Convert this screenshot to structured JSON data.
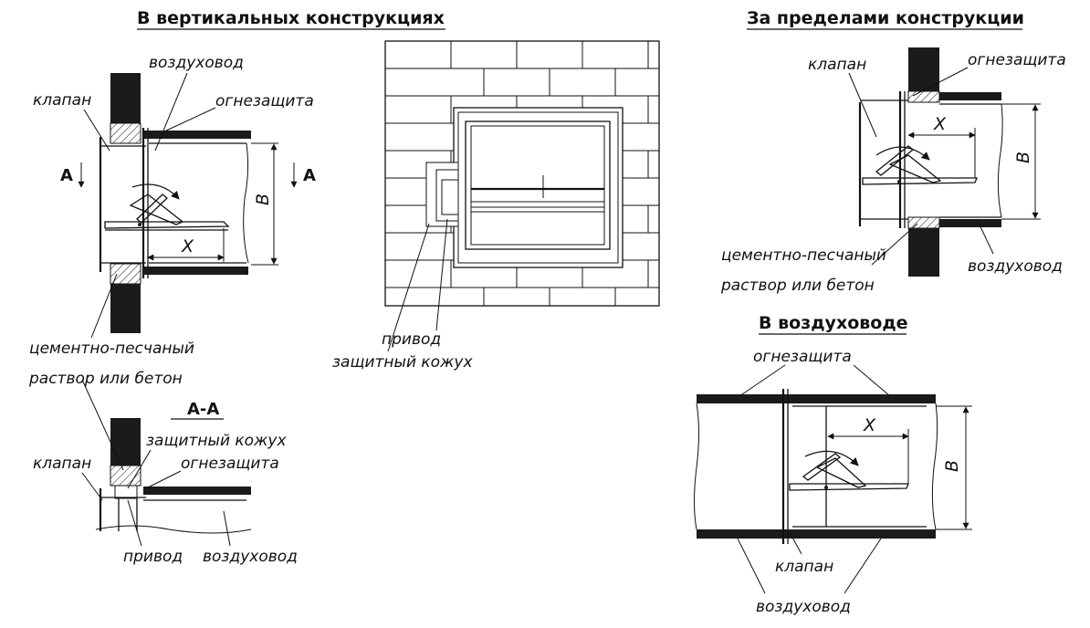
{
  "headings": {
    "vertical": "В вертикальных конструкциях",
    "outside": "За пределами конструкции",
    "in_duct": "В воздуховоде"
  },
  "labels": {
    "klapan": "клапан",
    "vozduhovod": "воздуховод",
    "ognezashita": "огнезащита",
    "cement_line1": "цементно-песчаный",
    "cement_line2": "раствор или бетон",
    "zashitny_kozhuh": "защитный кожух",
    "privod": "привод",
    "section": "А-А",
    "section_mark": "А",
    "dim_x": "Х",
    "dim_b": "В"
  }
}
